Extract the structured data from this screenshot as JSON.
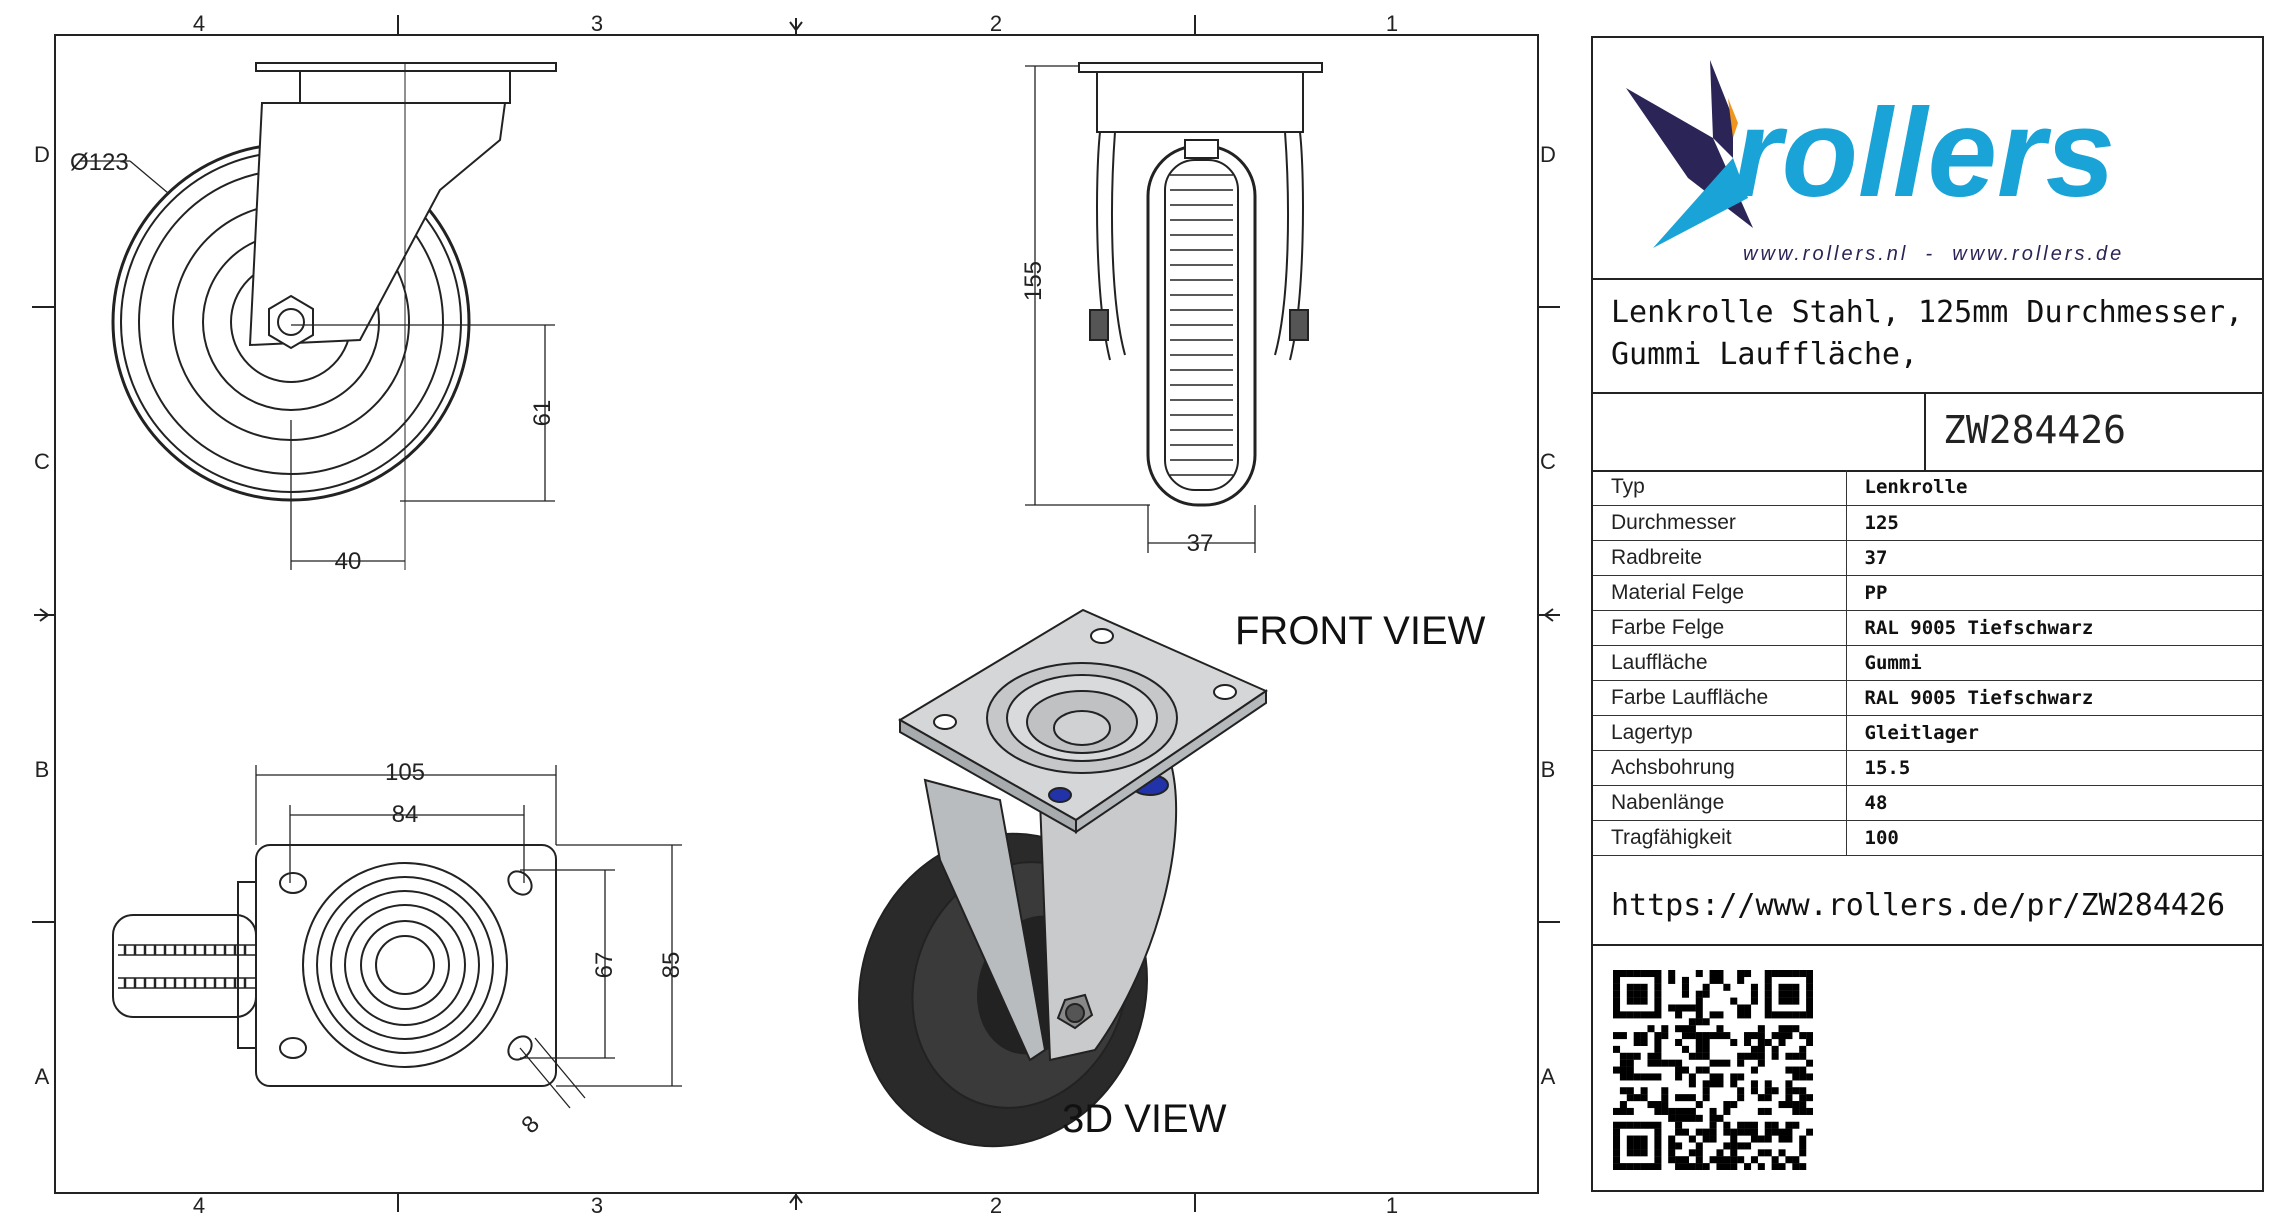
{
  "frame": {
    "zone_numbers": [
      "4",
      "3",
      "2",
      "1"
    ],
    "zone_letters": [
      "D",
      "C",
      "B",
      "A"
    ]
  },
  "views": {
    "front_view_label": "FRONT VIEW",
    "iso_view_label": "3D VIEW"
  },
  "dimensions": {
    "wheel_diameter": "Ø123",
    "offset_height": "61",
    "offset": "40",
    "total_height": "155",
    "wheel_width": "37",
    "plate_length": "105",
    "hole_spacing_length": "84",
    "hole_spacing_width": "67",
    "plate_width": "85",
    "hole_size": "8"
  },
  "title_block": {
    "logo_text": "rollers",
    "logo_urls": "www.rollers.nl  -  www.rollers.de",
    "title_line1": "Lenkrolle Stahl, 125mm Durchmesser,",
    "title_line2": "Gummi Lauffläche,",
    "part_number": "ZW284426",
    "specs": [
      {
        "label": "Typ",
        "value": "Lenkrolle"
      },
      {
        "label": "Durchmesser",
        "value": "125"
      },
      {
        "label": "Radbreite",
        "value": "37"
      },
      {
        "label": "Material Felge",
        "value": "PP"
      },
      {
        "label": "Farbe Felge",
        "value": "RAL 9005 Tiefschwarz"
      },
      {
        "label": "Lauffläche",
        "value": "Gummi"
      },
      {
        "label": "Farbe Lauffläche",
        "value": "RAL 9005 Tiefschwarz"
      },
      {
        "label": "Lagertyp",
        "value": "Gleitlager"
      },
      {
        "label": "Achsbohrung",
        "value": "15.5"
      },
      {
        "label": "Nabenlänge",
        "value": "48"
      },
      {
        "label": "Tragfähigkeit",
        "value": "100"
      }
    ],
    "url": "https://www.rollers.de/pr/ZW284426"
  },
  "colors": {
    "logo_blue": "#1aa3d6",
    "logo_navy": "#2b2457",
    "logo_orange": "#f0961e"
  }
}
